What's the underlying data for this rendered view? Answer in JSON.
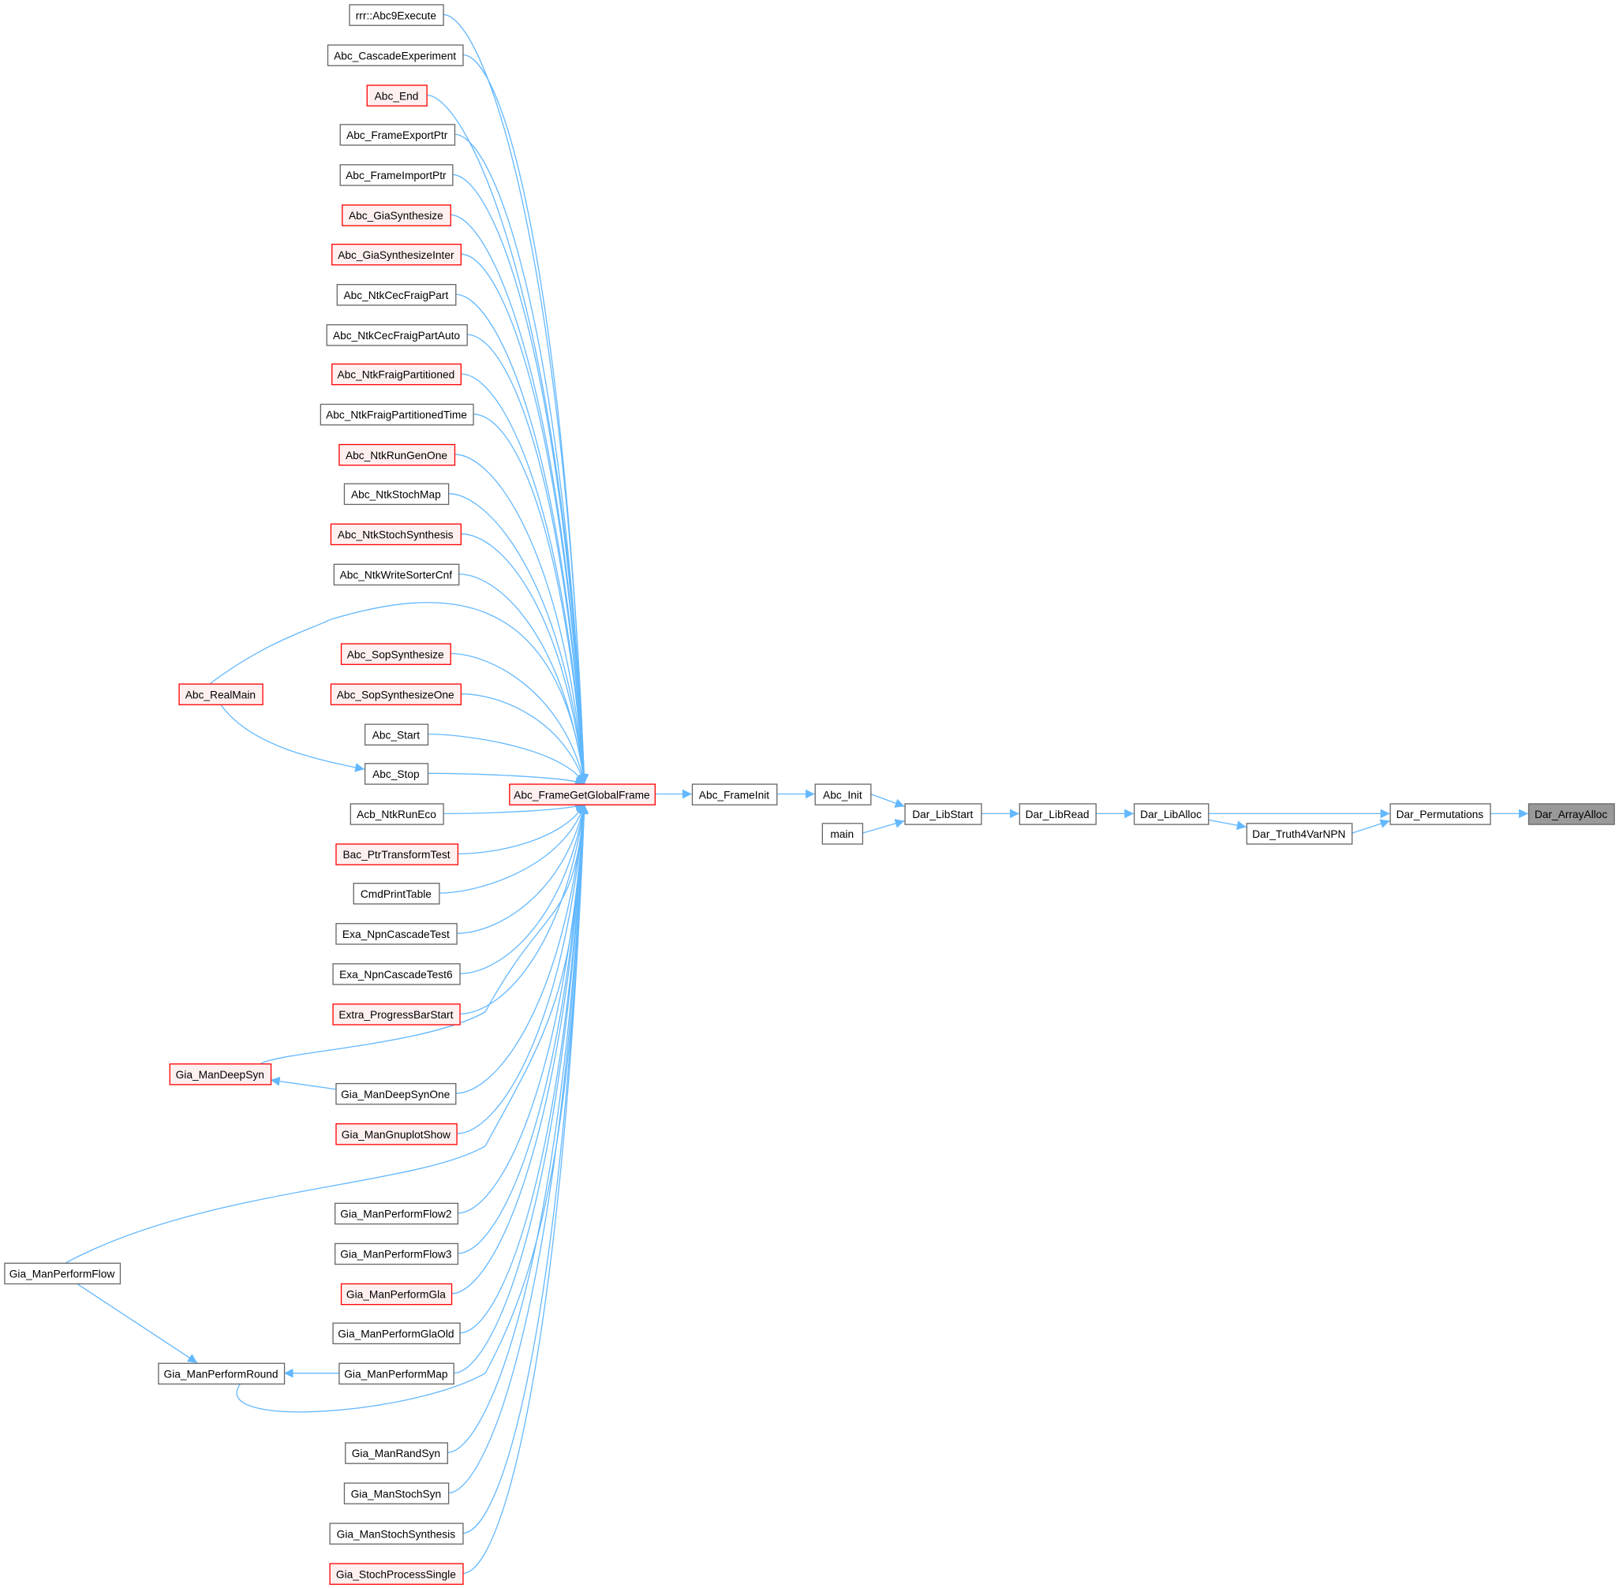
{
  "graph": {
    "nodes": [
      {
        "id": "n0",
        "label": "rrr::Abc9Execute",
        "style": "normal"
      },
      {
        "id": "n1",
        "label": "Abc_CascadeExperiment",
        "style": "normal"
      },
      {
        "id": "n2",
        "label": "Abc_End",
        "style": "red"
      },
      {
        "id": "n3",
        "label": "Abc_FrameExportPtr",
        "style": "normal"
      },
      {
        "id": "n4",
        "label": "Abc_FrameImportPtr",
        "style": "normal"
      },
      {
        "id": "n5",
        "label": "Abc_GiaSynthesize",
        "style": "red"
      },
      {
        "id": "n6",
        "label": "Abc_GiaSynthesizeInter",
        "style": "red"
      },
      {
        "id": "n7",
        "label": "Abc_NtkCecFraigPart",
        "style": "normal"
      },
      {
        "id": "n8",
        "label": "Abc_NtkCecFraigPartAuto",
        "style": "normal"
      },
      {
        "id": "n9",
        "label": "Abc_NtkFraigPartitioned",
        "style": "red"
      },
      {
        "id": "n10",
        "label": "Abc_NtkFraigPartitionedTime",
        "style": "normal"
      },
      {
        "id": "n11",
        "label": "Abc_NtkRunGenOne",
        "style": "red"
      },
      {
        "id": "n12",
        "label": "Abc_NtkStochMap",
        "style": "normal"
      },
      {
        "id": "n13",
        "label": "Abc_NtkStochSynthesis",
        "style": "red"
      },
      {
        "id": "n14",
        "label": "Abc_NtkWriteSorterCnf",
        "style": "normal"
      },
      {
        "id": "n15",
        "label": "Abc_SopSynthesize",
        "style": "red"
      },
      {
        "id": "n16",
        "label": "Abc_SopSynthesizeOne",
        "style": "red"
      },
      {
        "id": "n17",
        "label": "Abc_Start",
        "style": "normal"
      },
      {
        "id": "n18",
        "label": "Abc_Stop",
        "style": "normal"
      },
      {
        "id": "n19",
        "label": "Acb_NtkRunEco",
        "style": "normal"
      },
      {
        "id": "n20",
        "label": "Bac_PtrTransformTest",
        "style": "red"
      },
      {
        "id": "n21",
        "label": "CmdPrintTable",
        "style": "normal"
      },
      {
        "id": "n22",
        "label": "Exa_NpnCascadeTest",
        "style": "normal"
      },
      {
        "id": "n23",
        "label": "Exa_NpnCascadeTest6",
        "style": "normal"
      },
      {
        "id": "n24",
        "label": "Extra_ProgressBarStart",
        "style": "red"
      },
      {
        "id": "n25",
        "label": "Gia_ManDeepSynOne",
        "style": "normal"
      },
      {
        "id": "n26",
        "label": "Gia_ManGnuplotShow",
        "style": "red"
      },
      {
        "id": "n27",
        "label": "Gia_ManPerformFlow2",
        "style": "normal"
      },
      {
        "id": "n28",
        "label": "Gia_ManPerformFlow3",
        "style": "normal"
      },
      {
        "id": "n29",
        "label": "Gia_ManPerformGla",
        "style": "red"
      },
      {
        "id": "n30",
        "label": "Gia_ManPerformGlaOld",
        "style": "normal"
      },
      {
        "id": "n31",
        "label": "Gia_ManPerformMap",
        "style": "normal"
      },
      {
        "id": "n32",
        "label": "Gia_ManRandSyn",
        "style": "normal"
      },
      {
        "id": "n33",
        "label": "Gia_ManStochSyn",
        "style": "normal"
      },
      {
        "id": "n34",
        "label": "Gia_ManStochSynthesis",
        "style": "normal"
      },
      {
        "id": "n35",
        "label": "Gia_StochProcessSingle",
        "style": "red"
      },
      {
        "id": "realmain",
        "label": "Abc_RealMain",
        "style": "red"
      },
      {
        "id": "deepsyn",
        "label": "Gia_ManDeepSyn",
        "style": "red"
      },
      {
        "id": "flow",
        "label": "Gia_ManPerformFlow",
        "style": "normal"
      },
      {
        "id": "round",
        "label": "Gia_ManPerformRound",
        "style": "normal"
      },
      {
        "id": "ggf",
        "label": "Abc_FrameGetGlobalFrame",
        "style": "red"
      },
      {
        "id": "finit",
        "label": "Abc_FrameInit",
        "style": "normal"
      },
      {
        "id": "ainit",
        "label": "Abc_Init",
        "style": "normal"
      },
      {
        "id": "main",
        "label": "main",
        "style": "normal"
      },
      {
        "id": "libstart",
        "label": "Dar_LibStart",
        "style": "normal"
      },
      {
        "id": "libread",
        "label": "Dar_LibRead",
        "style": "normal"
      },
      {
        "id": "liballoc",
        "label": "Dar_LibAlloc",
        "style": "normal"
      },
      {
        "id": "truth",
        "label": "Dar_Truth4VarNPN",
        "style": "normal"
      },
      {
        "id": "perm",
        "label": "Dar_Permutations",
        "style": "normal"
      },
      {
        "id": "array",
        "label": "Dar_ArrayAlloc",
        "style": "focus"
      }
    ],
    "edges": [
      [
        "n0",
        "ggf"
      ],
      [
        "n1",
        "ggf"
      ],
      [
        "n2",
        "ggf"
      ],
      [
        "n3",
        "ggf"
      ],
      [
        "n4",
        "ggf"
      ],
      [
        "n5",
        "ggf"
      ],
      [
        "n6",
        "ggf"
      ],
      [
        "n7",
        "ggf"
      ],
      [
        "n8",
        "ggf"
      ],
      [
        "n9",
        "ggf"
      ],
      [
        "n10",
        "ggf"
      ],
      [
        "n11",
        "ggf"
      ],
      [
        "n12",
        "ggf"
      ],
      [
        "n13",
        "ggf"
      ],
      [
        "n14",
        "ggf"
      ],
      [
        "realmain",
        "ggf"
      ],
      [
        "n15",
        "ggf"
      ],
      [
        "n16",
        "ggf"
      ],
      [
        "n17",
        "ggf"
      ],
      [
        "n18",
        "ggf"
      ],
      [
        "n19",
        "ggf"
      ],
      [
        "n20",
        "ggf"
      ],
      [
        "n21",
        "ggf"
      ],
      [
        "n22",
        "ggf"
      ],
      [
        "n23",
        "ggf"
      ],
      [
        "n24",
        "ggf"
      ],
      [
        "deepsyn",
        "ggf"
      ],
      [
        "n25",
        "ggf"
      ],
      [
        "n26",
        "ggf"
      ],
      [
        "flow",
        "ggf"
      ],
      [
        "n27",
        "ggf"
      ],
      [
        "n28",
        "ggf"
      ],
      [
        "n29",
        "ggf"
      ],
      [
        "n30",
        "ggf"
      ],
      [
        "n31",
        "ggf"
      ],
      [
        "round",
        "ggf"
      ],
      [
        "n32",
        "ggf"
      ],
      [
        "n33",
        "ggf"
      ],
      [
        "n34",
        "ggf"
      ],
      [
        "n35",
        "ggf"
      ],
      [
        "realmain",
        "n18"
      ],
      [
        "n25",
        "deepsyn"
      ],
      [
        "flow",
        "round"
      ],
      [
        "n31",
        "round"
      ],
      [
        "ggf",
        "finit"
      ],
      [
        "finit",
        "ainit"
      ],
      [
        "ainit",
        "libstart"
      ],
      [
        "main",
        "libstart"
      ],
      [
        "libstart",
        "libread"
      ],
      [
        "libread",
        "liballoc"
      ],
      [
        "liballoc",
        "perm"
      ],
      [
        "liballoc",
        "truth"
      ],
      [
        "truth",
        "perm"
      ],
      [
        "perm",
        "array"
      ]
    ],
    "colors": {
      "edge": "#63b8ff",
      "red_border": "#ff0000",
      "red_fill": "#fff0f0",
      "focus_fill": "#999999"
    }
  }
}
